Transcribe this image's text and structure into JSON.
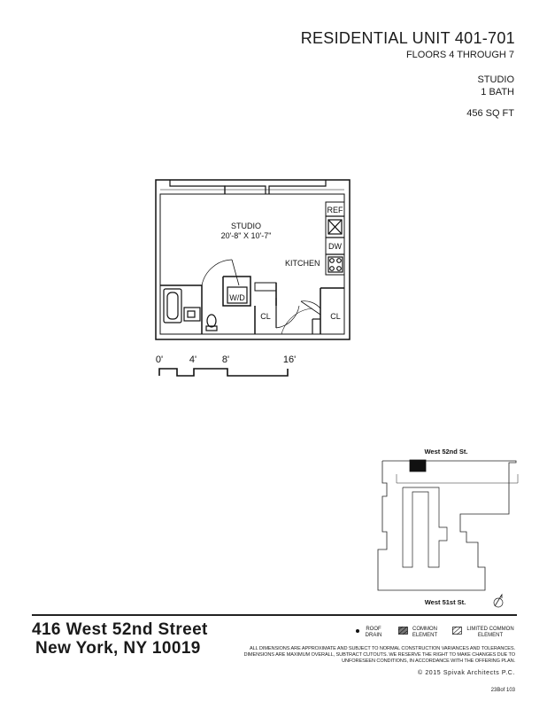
{
  "unit": {
    "title": "RESIDENTIAL UNIT 401-701",
    "floors": "FLOORS 4 THROUGH 7",
    "type": "STUDIO",
    "bath": "1 BATH",
    "area": "456 SQ FT"
  },
  "floor_plan": {
    "room_name": "STUDIO",
    "room_dims": "20'-8\" X 10'-7\"",
    "kitchen": "KITCHEN",
    "ref": "REF",
    "dw": "DW",
    "wd": "W/D",
    "closet1": "CL",
    "closet2": "CL"
  },
  "scale_bar": {
    "labels": [
      "0'",
      "4'",
      "8'",
      "16'"
    ]
  },
  "key_plan": {
    "north_street": "West 52nd St.",
    "south_street": "West 51st St."
  },
  "legend": {
    "roof_drain": "ROOF\nDRAIN",
    "common_element": "COMMON\nELEMENT",
    "limited_common_element": "LIMITED COMMON\nELEMENT"
  },
  "address": {
    "line1": "416 West 52nd Street",
    "line2": "New York, NY 10019"
  },
  "disclaimer": "ALL DIMENSIONS ARE APPROXIMATE AND SUBJECT TO NORMAL CONSTRUCTION VARIANCES AND TOLERANCES. DIMENSIONS ARE MAXIMUM OVERALL, SUBTRACT CUTOUTS. WE RESERVE THE RIGHT TO MAKE CHANGES DUE TO UNFORESEEN CONDITIONS, IN ACCORDANCE WITH THE OFFERING PLAN.",
  "copyright": "©  2015 Spivak Architects P.C.",
  "page_number": "23Bof 103"
}
